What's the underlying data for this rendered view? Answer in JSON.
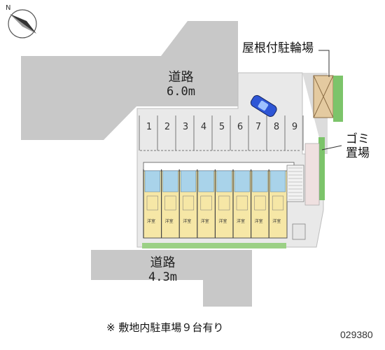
{
  "roads": {
    "north": {
      "name": "道路",
      "width": "6.0m"
    },
    "south": {
      "name": "道路",
      "width": "4.3m"
    }
  },
  "facilities": {
    "bicycle_parking": "屋根付駐輪場",
    "garbage": {
      "line1": "ゴミ",
      "line2": "置場"
    }
  },
  "parking": {
    "stalls": [
      "1",
      "2",
      "3",
      "4",
      "5",
      "6",
      "7",
      "8",
      "9"
    ]
  },
  "rooms": {
    "label": "洋室",
    "count": 8
  },
  "footnote": "※ 敷地内駐車場９台有り",
  "code": "029380",
  "colors": {
    "road": "#c8c8c8",
    "site": "#e9e9e9",
    "building": "#f6e7a6",
    "wet_area": "#a9d3ea",
    "greenery": "#7cc46a",
    "bike_shelter": "#e4caa0"
  }
}
